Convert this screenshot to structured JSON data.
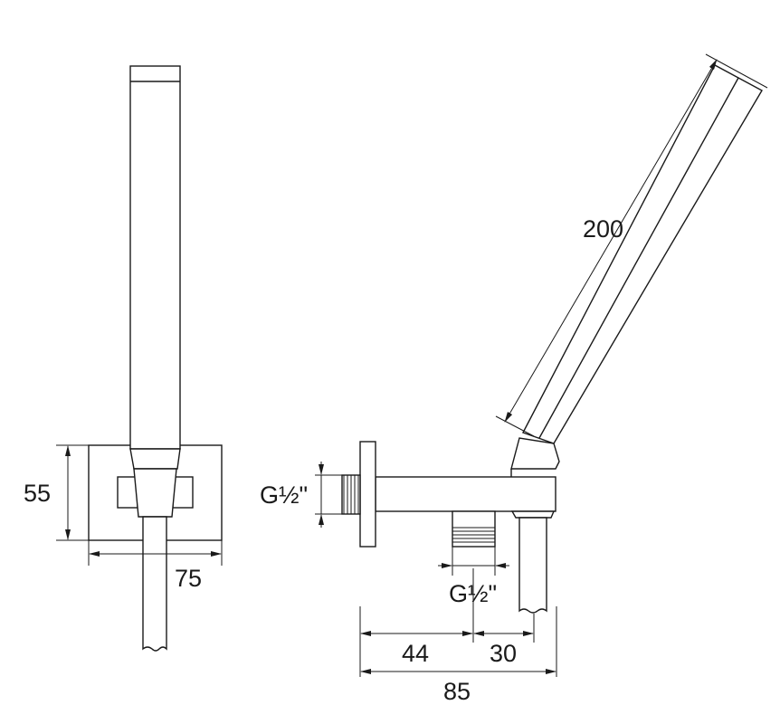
{
  "drawing": {
    "front_view": {
      "dim_height": "55",
      "dim_width": "75"
    },
    "side_view": {
      "dim_handset_length": "200",
      "dim_wall_thread": "G½\"",
      "dim_outlet_thread": "G½\"",
      "dim_wall_to_outlet": "44",
      "dim_outlet_to_hose": "30",
      "dim_total_projection": "85"
    }
  }
}
